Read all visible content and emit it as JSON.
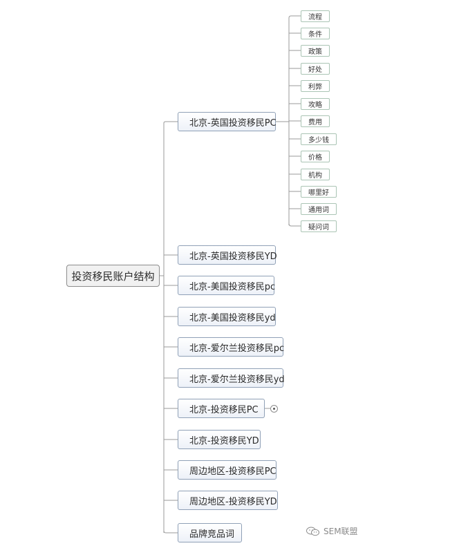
{
  "root": {
    "label": "投资移民账户结构"
  },
  "branches": [
    {
      "label": "北京-英国投资移民PC"
    },
    {
      "label": "北京-英国投资移民YD"
    },
    {
      "label": "北京-美国投资移民pc"
    },
    {
      "label": "北京-美国投资移民yd"
    },
    {
      "label": "北京-爱尔兰投资移民pc"
    },
    {
      "label": "北京-爱尔兰投资移民yd"
    },
    {
      "label": "北京-投资移民PC"
    },
    {
      "label": "北京-投资移民YD"
    },
    {
      "label": "周边地区-投资移民PC"
    },
    {
      "label": "周边地区-投资移民YD"
    },
    {
      "label": "品牌竞品词"
    }
  ],
  "leaves": [
    {
      "label": "流程"
    },
    {
      "label": "条件"
    },
    {
      "label": "政策"
    },
    {
      "label": "好处"
    },
    {
      "label": "利弊"
    },
    {
      "label": "攻略"
    },
    {
      "label": "费用"
    },
    {
      "label": "多少钱"
    },
    {
      "label": "价格"
    },
    {
      "label": "机构"
    },
    {
      "label": "哪里好"
    },
    {
      "label": "通用词"
    },
    {
      "label": "疑问词"
    }
  ],
  "watermark": {
    "text": "SEM联盟",
    "icon": "wechat-icon"
  },
  "colors": {
    "connector": "#9a9a9a",
    "branch_border": "#8fa0b6",
    "leaf_border": "#aac4b4",
    "root_fill": "#f1f1f1"
  }
}
